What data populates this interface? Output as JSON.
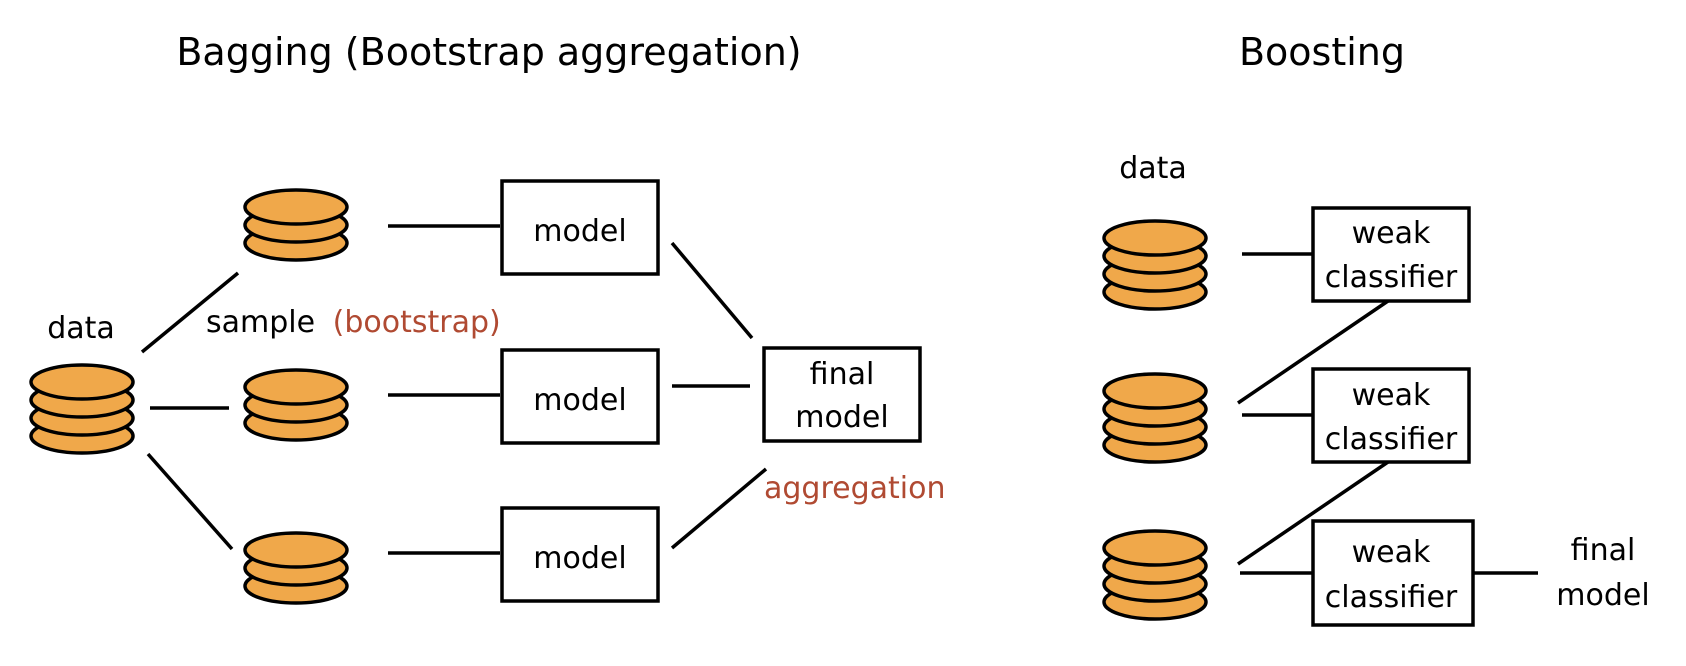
{
  "colors": {
    "disk_fill": "#f0a84a",
    "accent": "#b04a32",
    "stroke": "#000000"
  },
  "bagging": {
    "title": "Bagging (Bootstrap aggregation)",
    "data_label": "data",
    "sample_label": "sample",
    "bootstrap_label": "(bootstrap)",
    "model_label": "model",
    "final_model_line1": "final",
    "final_model_line2": "model",
    "aggregation_label": "aggregation"
  },
  "boosting": {
    "title": "Boosting",
    "data_label": "data",
    "weak_line1": "weak",
    "weak_line2": "classifier",
    "final_line1": "final",
    "final_line2": "model"
  }
}
